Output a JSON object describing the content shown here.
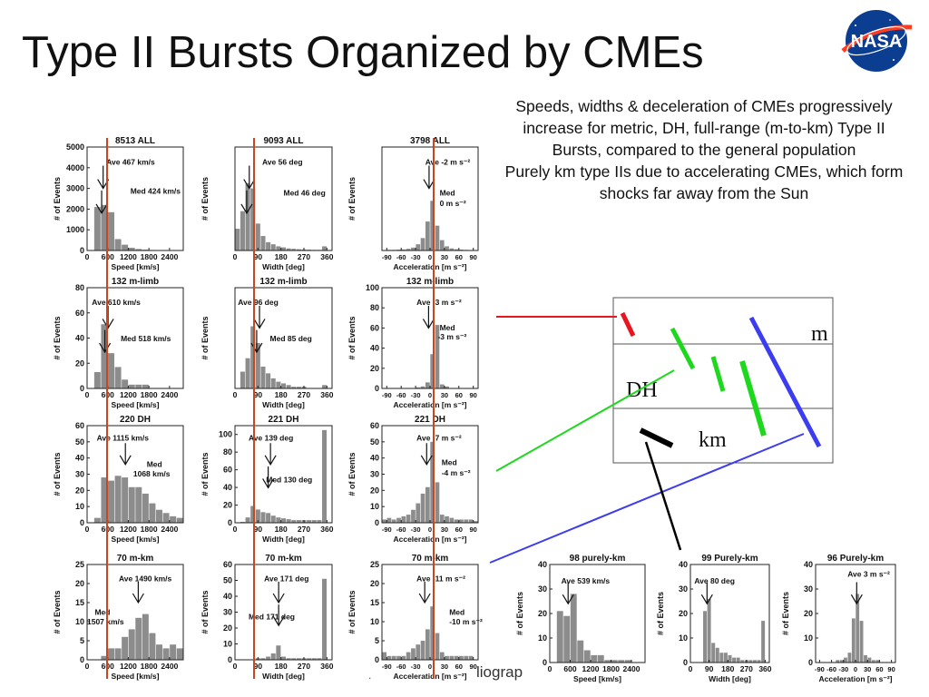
{
  "slide": {
    "title": "Type II Bursts Organized by CMEs",
    "logo_text": "NASA",
    "description": [
      "Speeds, widths & deceleration of CMEs progressively increase for metric, DH, full-range (m-to-km) Type II Bursts, compared to the general population",
      "Purely km type IIs due to accelerating CMEs, which form shocks far away from the Sun"
    ],
    "bottom_text": "liograp",
    "stray_mark": "."
  },
  "diagram": {
    "labels": {
      "m": "m",
      "dh": "DH",
      "km": "km"
    },
    "colors": {
      "metric": "#e8141e",
      "dh": "#1ed81e",
      "full": "#3c3cf0",
      "km": "#000000",
      "frame": "#555555"
    }
  },
  "chart_data": [
    {
      "type": "bar",
      "title": "8513 ALL",
      "xlabel": "Speed [km/s]",
      "ylabel": "# of Events",
      "xlim": [
        0,
        2800
      ],
      "ylim": [
        0,
        5000
      ],
      "xticks": [
        0,
        600,
        1200,
        1800,
        2400
      ],
      "yticks": [
        0,
        1000,
        2000,
        3000,
        4000,
        5000
      ],
      "bin_width": 200,
      "values": [
        0,
        2100,
        2200,
        1850,
        550,
        280,
        130,
        70,
        40,
        25,
        20,
        15,
        10,
        8
      ],
      "annotations": [
        {
          "text": "Ave 467 km/s",
          "x": 467
        },
        {
          "text": "Med 424 km/s",
          "x": 424
        }
      ]
    },
    {
      "type": "bar",
      "title": "9093 ALL",
      "xlabel": "Width [deg]",
      "ylabel": "# of Events",
      "xlim": [
        0,
        380
      ],
      "ylim": [
        0,
        5000
      ],
      "xticks": [
        0,
        90,
        180,
        270,
        360
      ],
      "bin_width": 20,
      "values": [
        1050,
        1900,
        3250,
        3000,
        1300,
        700,
        400,
        300,
        200,
        150,
        100,
        80,
        60,
        50,
        40,
        30,
        30,
        200
      ],
      "annotations": [
        {
          "text": "Ave 56 deg",
          "x": 56
        },
        {
          "text": "Med 46 deg",
          "x": 46
        }
      ]
    },
    {
      "type": "bar",
      "title": "3798 ALL",
      "xlabel": "Acceleration [m s⁻²]",
      "ylabel": "# of Events",
      "xlim": [
        -100,
        100
      ],
      "ylim": [
        0,
        2500
      ],
      "xticks": [
        -90,
        -60,
        -30,
        0,
        30,
        60,
        90
      ],
      "bin_width": 10,
      "values": [
        10,
        15,
        15,
        20,
        25,
        40,
        70,
        150,
        300,
        700,
        1200,
        600,
        250,
        100,
        50,
        30,
        20,
        15,
        12,
        10
      ],
      "annotations": [
        {
          "text": "Ave -2 m s⁻²",
          "x": -2
        },
        {
          "text": "Med",
          "x": 0
        },
        {
          "text": "0 m s⁻²",
          "x": 0
        }
      ]
    },
    {
      "type": "bar",
      "title": "132 m-limb",
      "xlabel": "Speed [km/s]",
      "ylabel": "# of Events",
      "xlim": [
        0,
        2800
      ],
      "ylim": [
        0,
        80
      ],
      "xticks": [
        0,
        600,
        1200,
        1800,
        2400
      ],
      "yticks": [
        0,
        20,
        40,
        60,
        80
      ],
      "bin_width": 200,
      "values": [
        0,
        13,
        51,
        28,
        17,
        7,
        3,
        3,
        3,
        0,
        0,
        0,
        0,
        0
      ],
      "annotations": [
        {
          "text": "Ave 610 km/s",
          "x": 610
        },
        {
          "text": "Med 518 km/s",
          "x": 518
        }
      ]
    },
    {
      "type": "bar",
      "title": "132 m-limb",
      "xlabel": "Width [deg]",
      "ylabel": "# of Events",
      "xlim": [
        0,
        380
      ],
      "ylim": [
        0,
        60
      ],
      "xticks": [
        0,
        90,
        180,
        270,
        360
      ],
      "bin_width": 20,
      "values": [
        0,
        10,
        18,
        37,
        27,
        13,
        9,
        6,
        4,
        3,
        2,
        1,
        1,
        1,
        0,
        0,
        0,
        2
      ],
      "annotations": [
        {
          "text": "Ave 96 deg",
          "x": 96
        },
        {
          "text": "Med 85 deg",
          "x": 85
        }
      ]
    },
    {
      "type": "bar",
      "title": "132 m-limb",
      "xlabel": "Acceleration [m s⁻²]",
      "ylabel": "# of Events",
      "xlim": [
        -100,
        100
      ],
      "ylim": [
        0,
        100
      ],
      "xticks": [
        -90,
        -60,
        -30,
        0,
        30,
        60,
        90
      ],
      "yticks": [
        0,
        20,
        40,
        60,
        80,
        100
      ],
      "bin_width": 10,
      "values": [
        0,
        0,
        0,
        0,
        0,
        0,
        0,
        1,
        2,
        6,
        34,
        63,
        4,
        2,
        0,
        0,
        0,
        0,
        0,
        0
      ],
      "annotations": [
        {
          "text": "Ave -3 m s⁻²",
          "x": -3
        },
        {
          "text": "Med",
          "x": -3
        },
        {
          "text": "-3 m s⁻²",
          "x": -3
        }
      ]
    },
    {
      "type": "bar",
      "title": "220 DH",
      "xlabel": "Speed [km/s]",
      "ylabel": "# of Events",
      "xlim": [
        0,
        2800
      ],
      "ylim": [
        0,
        60
      ],
      "xticks": [
        0,
        600,
        1200,
        1800,
        2400
      ],
      "yticks": [
        0,
        10,
        20,
        30,
        40,
        50,
        60
      ],
      "bin_width": 200,
      "values": [
        0,
        3,
        28,
        26,
        29,
        28,
        22,
        22,
        18,
        12,
        8,
        6,
        4,
        3
      ],
      "annotations": [
        {
          "text": "Ave 1115 km/s",
          "x": 1115
        },
        {
          "text": "Med",
          "x": 1068
        },
        {
          "text": "1068 km/s",
          "x": 1068
        }
      ]
    },
    {
      "type": "bar",
      "title": "221 DH",
      "xlabel": "Width [deg]",
      "ylabel": "# of Events",
      "xlim": [
        0,
        380
      ],
      "ylim": [
        0,
        110
      ],
      "xticks": [
        0,
        90,
        180,
        270,
        360
      ],
      "yticks": [
        0,
        20,
        40,
        60,
        80,
        100
      ],
      "bin_width": 20,
      "values": [
        0,
        1,
        6,
        19,
        15,
        12,
        11,
        8,
        6,
        5,
        4,
        3,
        3,
        3,
        3,
        3,
        3,
        105
      ],
      "annotations": [
        {
          "text": "Ave 139 deg",
          "x": 139
        },
        {
          "text": "Med 130 deg",
          "x": 130
        }
      ]
    },
    {
      "type": "bar",
      "title": "221 DH",
      "xlabel": "Acceleration [m s⁻²]",
      "ylabel": "# of Events",
      "xlim": [
        -100,
        100
      ],
      "ylim": [
        0,
        60
      ],
      "xticks": [
        -90,
        -60,
        -30,
        0,
        30,
        60,
        90
      ],
      "yticks": [
        0,
        10,
        20,
        30,
        40,
        50,
        60
      ],
      "bin_width": 10,
      "values": [
        2,
        3,
        2,
        3,
        4,
        5,
        8,
        12,
        18,
        22,
        50,
        25,
        5,
        4,
        3,
        2,
        2,
        2,
        2,
        1
      ],
      "annotations": [
        {
          "text": "Ave -7 m s⁻²",
          "x": -7
        },
        {
          "text": "Med",
          "x": -4
        },
        {
          "text": "-4 m s⁻²",
          "x": -4
        }
      ]
    },
    {
      "type": "bar",
      "title": "70 m-km",
      "xlabel": "Speed [km/s]",
      "ylabel": "# of Events",
      "xlim": [
        0,
        2800
      ],
      "ylim": [
        0,
        25
      ],
      "xticks": [
        0,
        600,
        1200,
        1800,
        2400
      ],
      "yticks": [
        0,
        5,
        10,
        15,
        20,
        25
      ],
      "bin_width": 200,
      "values": [
        0,
        0,
        1,
        3,
        3,
        6,
        8,
        11,
        12,
        7,
        4,
        3,
        4,
        3
      ],
      "annotations": [
        {
          "text": "Ave 1490 km/s",
          "x": 1490
        },
        {
          "text": "Med",
          "x": 1507
        },
        {
          "text": "1507 km/s",
          "x": 1507
        }
      ]
    },
    {
      "type": "bar",
      "title": "70 m-km",
      "xlabel": "Width [deg]",
      "ylabel": "# of Events",
      "xlim": [
        0,
        380
      ],
      "ylim": [
        0,
        60
      ],
      "xticks": [
        0,
        90,
        180,
        270,
        360
      ],
      "yticks": [
        0,
        10,
        20,
        30,
        40,
        50,
        60
      ],
      "bin_width": 20,
      "values": [
        0,
        0,
        0,
        0,
        1,
        1,
        2,
        4,
        9,
        2,
        1,
        1,
        1,
        1,
        1,
        1,
        1,
        51
      ],
      "annotations": [
        {
          "text": "Ave 171 deg",
          "x": 171
        },
        {
          "text": "Med 171 deg",
          "x": 171
        }
      ]
    },
    {
      "type": "bar",
      "title": "70 m-km",
      "xlabel": "Acceleration [m s⁻²]",
      "ylabel": "# of Events",
      "xlim": [
        -100,
        100
      ],
      "ylim": [
        0,
        25
      ],
      "xticks": [
        -90,
        -60,
        -30,
        0,
        30,
        60,
        90
      ],
      "yticks": [
        0,
        5,
        10,
        15,
        20,
        25
      ],
      "bin_width": 10,
      "values": [
        2,
        1,
        1,
        1,
        1,
        2,
        3,
        4,
        5,
        8,
        14,
        7,
        2,
        1,
        1,
        1,
        1,
        1,
        1,
        0
      ],
      "annotations": [
        {
          "text": "Ave -11 m s⁻²",
          "x": -11
        },
        {
          "text": "Med",
          "x": -10
        },
        {
          "text": "-10 m s⁻²",
          "x": -10
        }
      ]
    },
    {
      "type": "bar",
      "title": "98 purely-km",
      "xlabel": "Speed [km/s]",
      "ylabel": "# of Events",
      "xlim": [
        0,
        2800
      ],
      "ylim": [
        0,
        40
      ],
      "xticks": [
        0,
        600,
        1200,
        1800,
        2400
      ],
      "yticks": [
        0,
        10,
        20,
        30,
        40
      ],
      "bin_width": 200,
      "values": [
        0,
        21,
        19,
        28,
        9,
        5,
        3,
        3,
        1,
        1,
        1,
        1,
        0,
        0
      ],
      "annotations": [
        {
          "text": "Ave 539 km/s",
          "x": 539
        }
      ]
    },
    {
      "type": "bar",
      "title": "99 Purely-km",
      "xlabel": "Width [deg]",
      "ylabel": "# of Events",
      "xlim": [
        0,
        380
      ],
      "ylim": [
        0,
        40
      ],
      "xticks": [
        0,
        90,
        180,
        270,
        360
      ],
      "yticks": [
        0,
        10,
        20,
        30,
        40
      ],
      "bin_width": 20,
      "values": [
        0,
        0,
        0,
        21,
        26,
        8,
        6,
        4,
        4,
        3,
        2,
        2,
        1,
        1,
        1,
        1,
        1,
        17
      ],
      "annotations": [
        {
          "text": "Ave 80 deg",
          "x": 80
        }
      ]
    },
    {
      "type": "bar",
      "title": "96 Purely-km",
      "xlabel": "Acceleration [m s⁻²]",
      "ylabel": "# of Events",
      "xlim": [
        -100,
        100
      ],
      "ylim": [
        0,
        40
      ],
      "xticks": [
        -90,
        -60,
        -30,
        0,
        30,
        60,
        90
      ],
      "yticks": [
        0,
        10,
        20,
        30,
        40
      ],
      "bin_width": 10,
      "values": [
        0,
        0,
        0,
        0,
        0,
        1,
        1,
        2,
        4,
        18,
        28,
        17,
        3,
        2,
        1,
        1,
        0,
        0,
        0,
        0
      ],
      "annotations": [
        {
          "text": "Ave 3 m s⁻²",
          "x": 3
        }
      ]
    }
  ]
}
